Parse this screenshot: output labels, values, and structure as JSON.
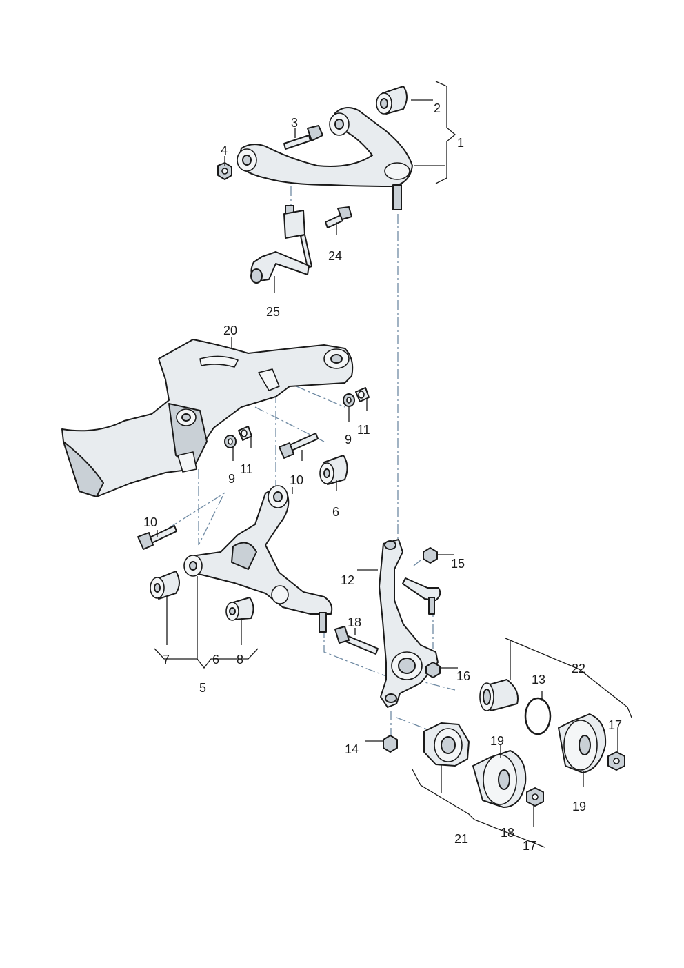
{
  "labels": {
    "l1": "1",
    "l2": "2",
    "l3": "3",
    "l4": "4",
    "l5": "5",
    "l6a": "6",
    "l6b": "6",
    "l7": "7",
    "l8": "8",
    "l9a": "9",
    "l9b": "9",
    "l10a": "10",
    "l10b": "10",
    "l11a": "11",
    "l11b": "11",
    "l12": "12",
    "l13": "13",
    "l14": "14",
    "l15": "15",
    "l16": "16",
    "l17a": "17",
    "l17b": "17",
    "l18a": "18",
    "l18b": "18",
    "l19a": "19",
    "l19b": "19",
    "l20": "20",
    "l21": "21",
    "l22": "22",
    "l24": "24",
    "l25": "25"
  },
  "colors": {
    "line": "#1a1a1a",
    "part_fill": "#e8ecef",
    "part_shade": "#c9d0d6",
    "axis_dash": "#6f8aa3"
  }
}
